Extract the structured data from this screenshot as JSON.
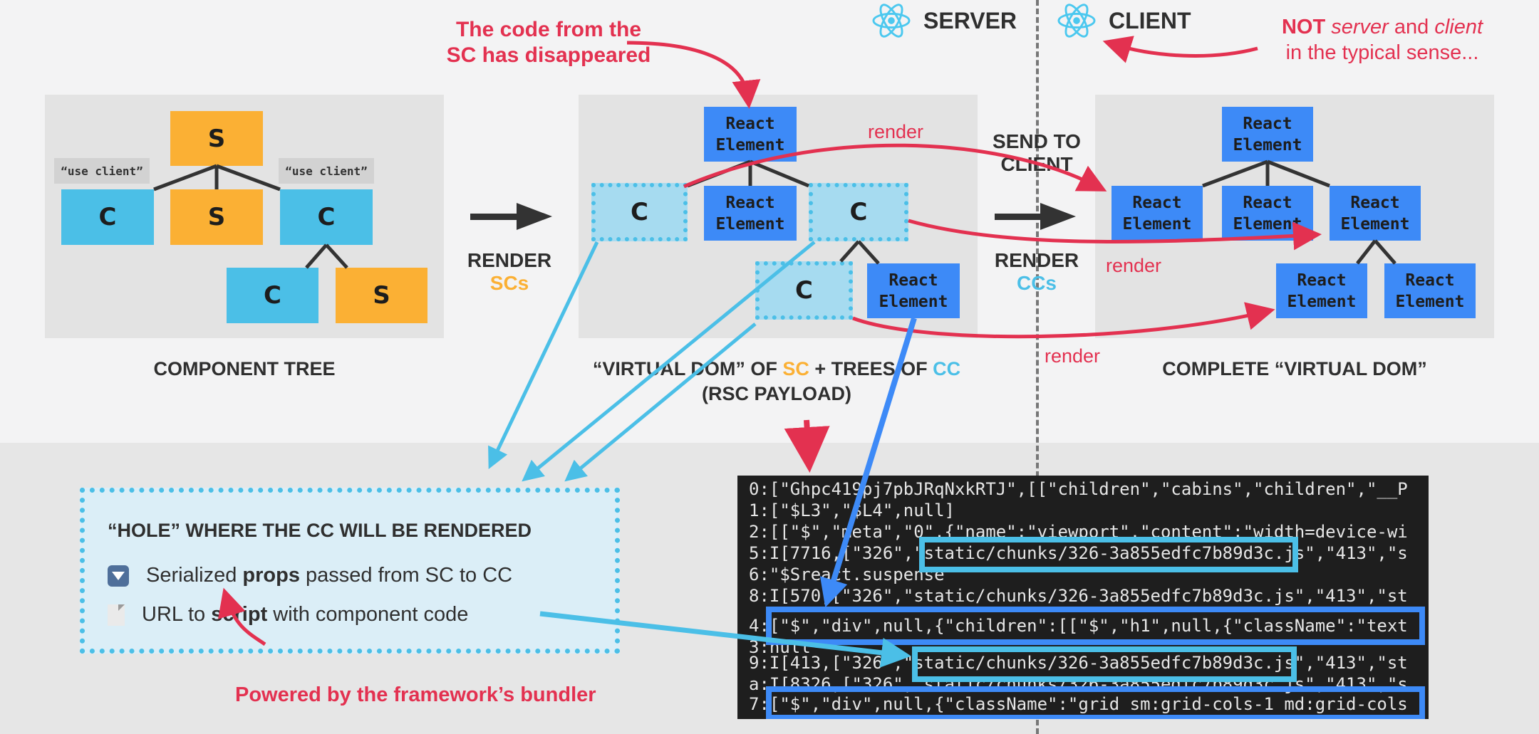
{
  "header": {
    "server_label": "SERVER",
    "client_label": "CLIENT",
    "react_icon": "react-atom-icon"
  },
  "annotations": {
    "sc_disappeared": [
      "The code from the",
      "SC has disappeared"
    ],
    "not_server_client": {
      "strong": "NOT",
      "em1": "server",
      "mid": "and",
      "em2": "client",
      "line2": "in the typical sense..."
    },
    "bundler": "Powered by the framework’s bundler"
  },
  "component_tree": {
    "caption": "COMPONENT TREE",
    "use_client_tag": "“use client”",
    "nodes": [
      {
        "id": "root",
        "kind": "S",
        "label": "S"
      },
      {
        "id": "c1",
        "kind": "C",
        "label": "C"
      },
      {
        "id": "s1",
        "kind": "S",
        "label": "S"
      },
      {
        "id": "c2",
        "kind": "C",
        "label": "C"
      },
      {
        "id": "c3",
        "kind": "C",
        "label": "C"
      },
      {
        "id": "s2",
        "kind": "S",
        "label": "S"
      }
    ]
  },
  "step1": {
    "line1": "RENDER",
    "line2": "SCs"
  },
  "virtual_dom": {
    "caption_parts": [
      "“VIRTUAL DOM” OF ",
      "SC",
      " + TREES OF ",
      "CC"
    ],
    "caption_line2": "(RSC PAYLOAD)",
    "react_element": [
      "React",
      "Element"
    ],
    "hole_label": "C"
  },
  "step2": {
    "line1": "SEND TO",
    "line2": "CLIENT",
    "line3": "RENDER",
    "line4": "CCs"
  },
  "complete_dom": {
    "caption": "COMPLETE “VIRTUAL DOM”",
    "react_element": [
      "React",
      "Element"
    ]
  },
  "render_labels": [
    "render",
    "render",
    "render"
  ],
  "hole_box": {
    "title": "“HOLE” WHERE THE CC WILL BE RENDERED",
    "items": [
      {
        "icon": "down-triangle-icon",
        "pre": "Serialized ",
        "bold": "props",
        "post": " passed from SC to CC"
      },
      {
        "icon": "document-icon",
        "pre": "URL to ",
        "bold": "script",
        "post": " with component code"
      }
    ]
  },
  "rsc_payload": {
    "lines": [
      "0:[\"Ghpc419pj7pbJRqNxkRTJ\",[[\"children\",\"cabins\",\"children\",\"__P",
      "1:[\"$L3\",\"$L4\",null]",
      "2:[[\"$\",\"meta\",\"0\",{\"name\":\"viewport\",\"content\":\"width=device-wi",
      "5:I[7716,[\"326\",\"static/chunks/326-3a855edfc7b89d3c.js\",\"413\",\"s",
      "6:\"$Sreact.suspense\"",
      "8:I[570,[\"326\",\"static/chunks/326-3a855edfc7b89d3c.js\",\"413\",\"st",
      "4:[\"$\",\"div\",null,{\"children\":[[\"$\",\"h1\",null,{\"className\":\"text",
      "3:null",
      "9:I[413,[\"326\",\"static/chunks/326-3a855edfc7b89d3c.js\",\"413\",\"st",
      "a:I[8326,[\"326\",\"static/chunks/326-3a855edfc7b89d3c.js\",\"413\",\"s",
      "7:[\"$\",\"div\",null,{\"className\":\"grid sm:grid-cols-1 md:grid-cols"
    ]
  },
  "colors": {
    "server_component": "#fbb034",
    "client_component": "#4bbfe7",
    "react_element": "#3d8af7",
    "annotation_red": "#e33150"
  }
}
